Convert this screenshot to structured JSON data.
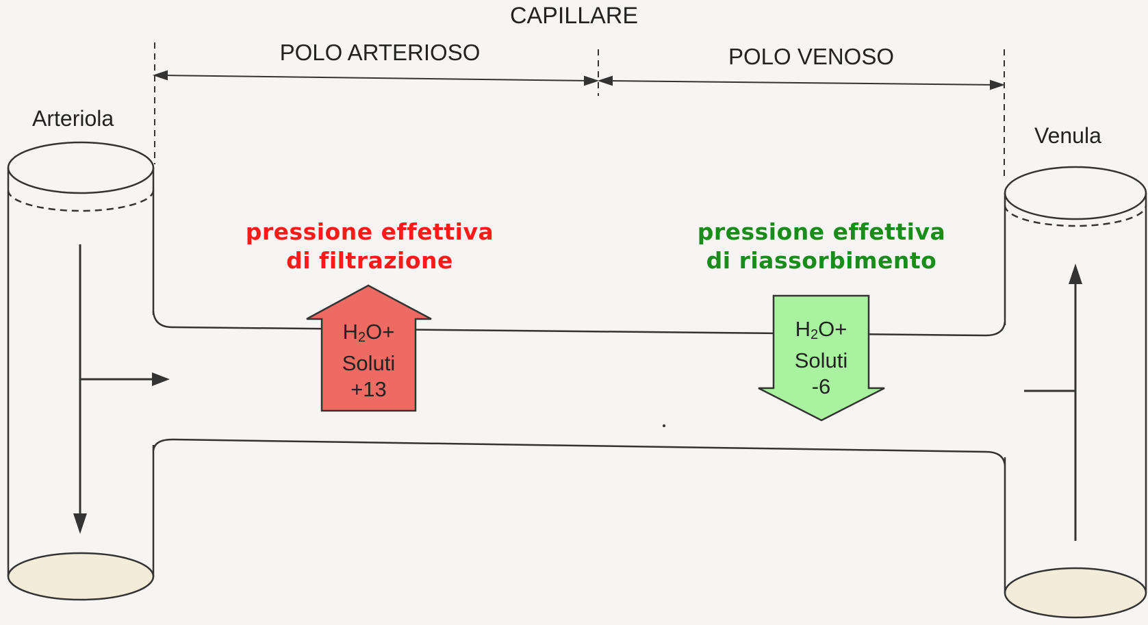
{
  "title": "CAPILLARE",
  "arterial_pole": "POLO ARTERIOSO",
  "venous_pole": "POLO VENOSO",
  "arteriole_label": "Arteriola",
  "venule_label": "Venula",
  "filtration": {
    "line1": "pressione effettiva",
    "line2": "di filtrazione",
    "color": "#ff1a1a",
    "arrow_fill": "#ee6b63",
    "h2o": "H",
    "sub": "2",
    "h2o_rest": "O+",
    "solutes": "Soluti",
    "value": "+13"
  },
  "reabsorption": {
    "line1": "pressione effettiva",
    "line2": "di riassorbimento",
    "color": "#1a8c1a",
    "arrow_fill": "#a9f2a0",
    "h2o": "H",
    "sub": "2",
    "h2o_rest": "O+",
    "solutes": "Soluti",
    "value": "-6"
  }
}
